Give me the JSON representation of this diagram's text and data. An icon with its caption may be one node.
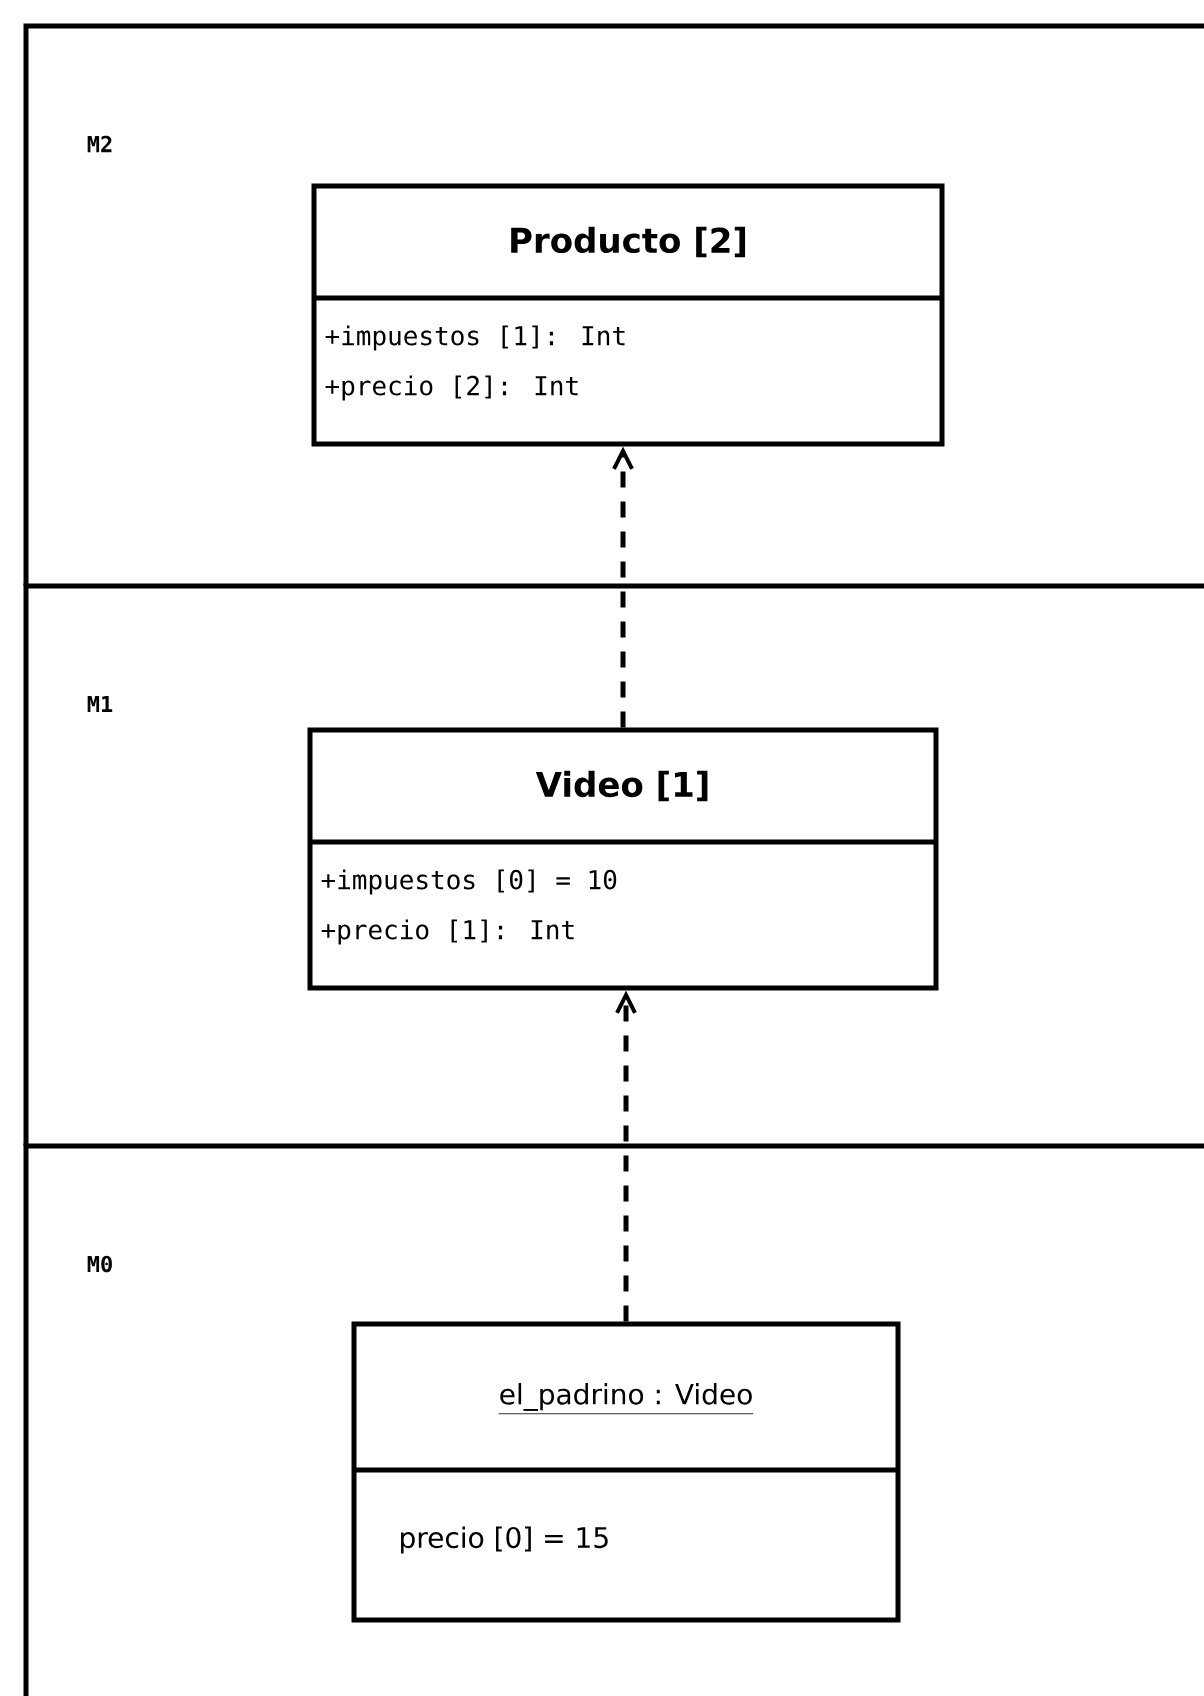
{
  "diagram": {
    "nodes": [
      {
        "text": [
          "M2"
        ]
      },
      {
        "text": [
          "Producto [2]",
          "+impuestos [1]: Int",
          "+precio [2]: Int"
        ],
        "in": 0
      },
      {
        "text": [
          "M1"
        ]
      },
      {
        "text": [
          "Video [1]",
          "+impuestos [0] = 10",
          "+precio [1]: Int"
        ],
        "in": 2
      },
      {
        "text": [
          "M0"
        ]
      },
      {
        "text": [
          "el_padrino : Video",
          "precio [0] = 15"
        ],
        "in": 4
      }
    ],
    "edges": [
      {
        "from": 3,
        "to": 1,
        "arrow": "to",
        "style": "dashed"
      },
      {
        "from": 5,
        "to": 3,
        "arrow": "to",
        "style": "dashed"
      }
    ]
  }
}
